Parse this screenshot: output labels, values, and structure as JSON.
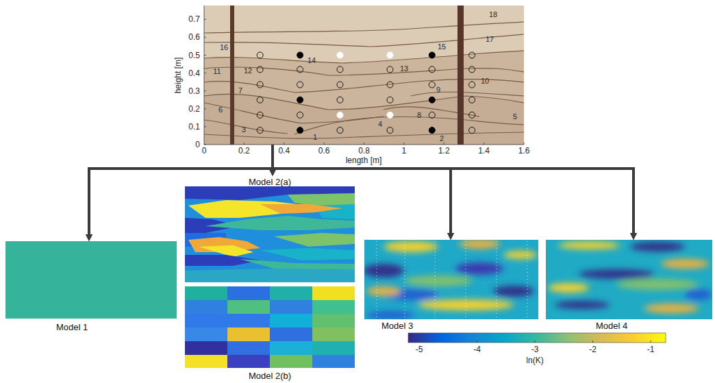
{
  "diagram": {
    "nodes": [
      {
        "text": [
          "1",
          "2",
          "3",
          "4",
          "5",
          "6",
          "7",
          "8",
          "9",
          "10",
          "11",
          "12",
          "13",
          "14",
          "15",
          "16",
          "17",
          "18"
        ]
      },
      {
        "text": [
          "Model 1"
        ]
      },
      {
        "text": [
          "Model 2(a)"
        ]
      },
      {
        "text": [
          "Model 2(b)"
        ]
      },
      {
        "text": [
          "Model 3"
        ]
      },
      {
        "text": [
          "Model 4"
        ]
      }
    ],
    "edges": [
      {
        "from": 0,
        "to": 1,
        "arrow": "to"
      },
      {
        "from": 0,
        "to": 2,
        "arrow": "to"
      },
      {
        "from": 0,
        "to": 4,
        "arrow": "to"
      },
      {
        "from": 0,
        "to": 5,
        "arrow": "to"
      }
    ],
    "labels": [
      "0",
      "0.1",
      "0.2",
      "0.3",
      "0.4",
      "0.5",
      "0.6",
      "0.7",
      "0",
      "0.2",
      "0.4",
      "0.6",
      "0.8",
      "1",
      "1.2",
      "1.4",
      "1.6",
      "height [m]",
      "length [m]",
      "-5",
      "-4",
      "-3",
      "-2",
      "-1",
      "ln(K)"
    ]
  }
}
